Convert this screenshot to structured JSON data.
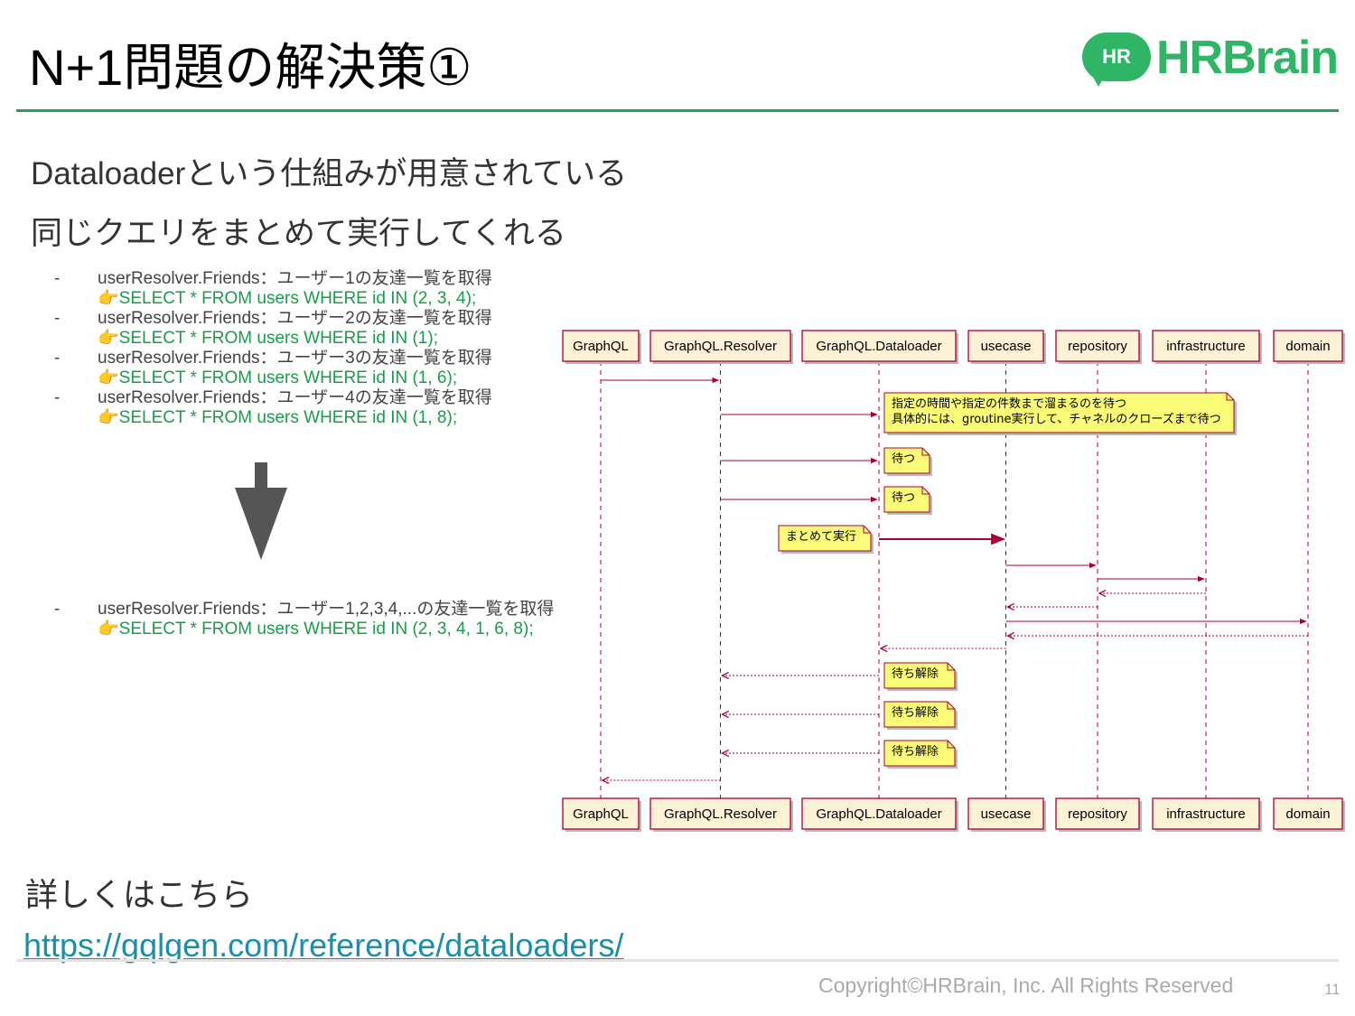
{
  "slide": {
    "title": "N+1問題の解決策①",
    "line1": "Dataloaderという仕組みが用意されている",
    "line2": "同じクエリをまとめて実行してくれる"
  },
  "logo": {
    "badge": "HR",
    "text": "HRBrain"
  },
  "colors": {
    "accent": "#2eb565",
    "sql_green": "#1a9c4a",
    "participant_fill": "#fdf1d6",
    "participant_border": "#a80036",
    "note_fill": "#fbfb77",
    "link": "#1a8fa8"
  },
  "list_before": [
    {
      "dash": "-",
      "text": "userResolver.Friends：ユーザー1の友達一覧を取得",
      "sql": "👉SELECT * FROM users WHERE id IN (2, 3, 4);"
    },
    {
      "dash": "-",
      "text": "userResolver.Friends：ユーザー2の友達一覧を取得",
      "sql": "👉SELECT * FROM users WHERE id IN (1);"
    },
    {
      "dash": "-",
      "text": "userResolver.Friends：ユーザー3の友達一覧を取得",
      "sql": "👉SELECT * FROM users WHERE id IN (1, 6);"
    },
    {
      "dash": "-",
      "text": "userResolver.Friends：ユーザー4の友達一覧を取得",
      "sql": "👉SELECT * FROM users WHERE id IN (1, 8);"
    }
  ],
  "list_after": [
    {
      "dash": "-",
      "text": "userResolver.Friends：ユーザー1,2,3,4,...の友達一覧を取得",
      "sql": "👉SELECT * FROM users WHERE id IN (2, 3, 4, 1, 6, 8);"
    }
  ],
  "sequence": {
    "participants": [
      "GraphQL",
      "GraphQL.Resolver",
      "GraphQL.Dataloader",
      "usecase",
      "repository",
      "infrastructure",
      "domain"
    ],
    "notes": {
      "wait_condition": [
        "指定の時間や指定の件数まで溜まるのを待つ",
        "具体的には、groutine実行して、チャネルのクローズまで待つ"
      ],
      "wait": "待つ",
      "batch": "まとめて実行",
      "release": "待ち解除"
    }
  },
  "footer": {
    "more": "詳しくはこちら",
    "link": "https://gqlgen.com/reference/dataloaders/",
    "copyright": "Copyright©HRBrain, Inc. All Rights Reserved",
    "page": "11"
  }
}
